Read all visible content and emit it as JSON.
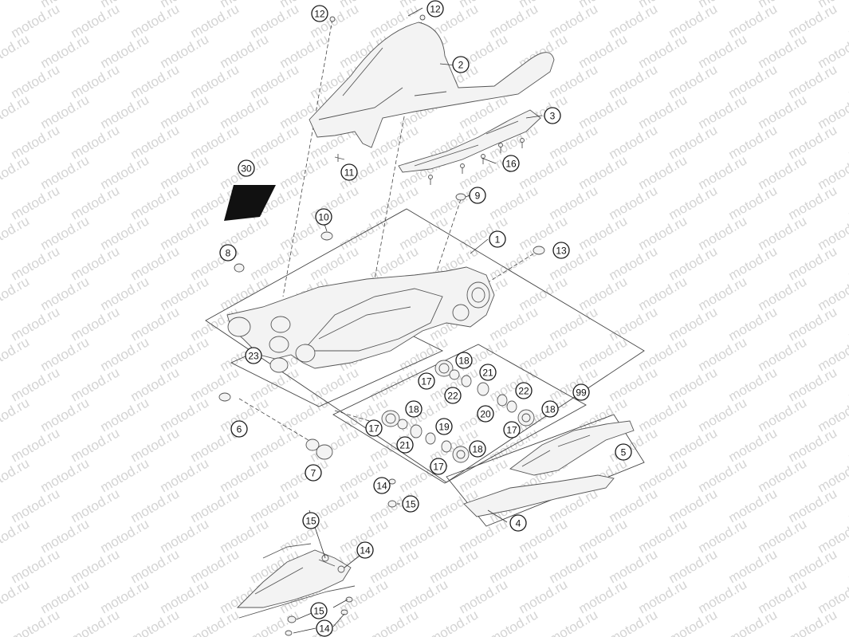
{
  "watermark": "motod.ru",
  "callouts": [
    {
      "id": "c12a",
      "label": "12"
    },
    {
      "id": "c12b",
      "label": "12"
    },
    {
      "id": "c2",
      "label": "2"
    },
    {
      "id": "c3",
      "label": "3"
    },
    {
      "id": "c30",
      "label": "30"
    },
    {
      "id": "c11",
      "label": "11"
    },
    {
      "id": "c16",
      "label": "16"
    },
    {
      "id": "c9",
      "label": "9"
    },
    {
      "id": "c10",
      "label": "10"
    },
    {
      "id": "c1",
      "label": "1"
    },
    {
      "id": "c13",
      "label": "13"
    },
    {
      "id": "c8",
      "label": "8"
    },
    {
      "id": "c23",
      "label": "23"
    },
    {
      "id": "c18a",
      "label": "18"
    },
    {
      "id": "c17a",
      "label": "17"
    },
    {
      "id": "c21a",
      "label": "21"
    },
    {
      "id": "c22a",
      "label": "22"
    },
    {
      "id": "c22b",
      "label": "22"
    },
    {
      "id": "c99",
      "label": "99"
    },
    {
      "id": "c18b",
      "label": "18"
    },
    {
      "id": "c17b",
      "label": "17"
    },
    {
      "id": "c20",
      "label": "20"
    },
    {
      "id": "c18c",
      "label": "18"
    },
    {
      "id": "c6",
      "label": "6"
    },
    {
      "id": "c19",
      "label": "19"
    },
    {
      "id": "c17c",
      "label": "17"
    },
    {
      "id": "c21b",
      "label": "21"
    },
    {
      "id": "c18d",
      "label": "18"
    },
    {
      "id": "c17d",
      "label": "17"
    },
    {
      "id": "c5",
      "label": "5"
    },
    {
      "id": "c7",
      "label": "7"
    },
    {
      "id": "c14a",
      "label": "14"
    },
    {
      "id": "c15a",
      "label": "15"
    },
    {
      "id": "c4",
      "label": "4"
    },
    {
      "id": "c15b",
      "label": "15"
    },
    {
      "id": "c14b",
      "label": "14"
    },
    {
      "id": "c15c",
      "label": "15"
    },
    {
      "id": "c14c",
      "label": "14"
    }
  ],
  "colors": {
    "line": "#555555",
    "callout_stroke": "#1a1a1a",
    "watermark": "#d4d4d4",
    "decal": "#111111"
  }
}
